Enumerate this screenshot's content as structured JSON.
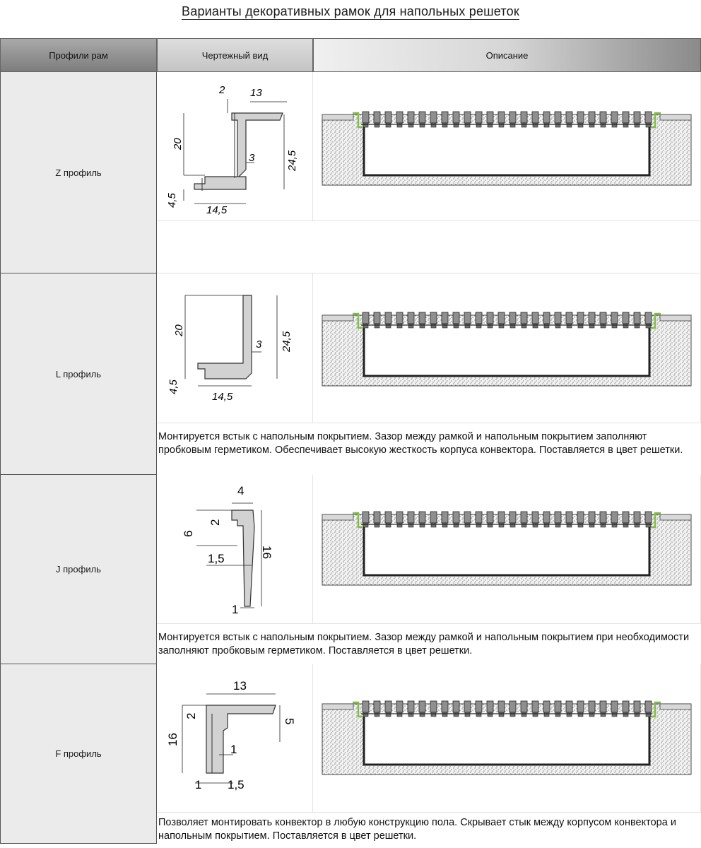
{
  "title": "Варианты декоративных рамок для напольных решеток",
  "headers": {
    "profiles": "Профили рам",
    "drawing": "Чертежный вид",
    "description": "Описание"
  },
  "rows": [
    {
      "label": "Z профиль",
      "description": "",
      "dims": {
        "a": "2",
        "b": "13",
        "c": "20",
        "d": "3",
        "e": "24,5",
        "f": "4,5",
        "g": "14,5"
      }
    },
    {
      "label": "L профиль",
      "description": "Монтируется встык с напольным покрытием. Зазор между рамкой и напольным покрытием заполняют пробковым герметиком. Обеспечивает высокую жесткость корпуса конвектора. Поставляется в цвет решетки.",
      "dims": {
        "a": "20",
        "b": "3",
        "c": "24,5",
        "d": "4,5",
        "e": "14,5"
      }
    },
    {
      "label": "J профиль",
      "description": "Монтируется встык с напольным покрытием. Зазор между рамкой и напольным покрытием при необходимости заполняют пробковым герметиком. Поставляется в цвет решетки.",
      "dims": {
        "a": "4",
        "b": "2",
        "c": "6",
        "d": "16",
        "e": "1,5",
        "f": "1"
      }
    },
    {
      "label": "F профиль",
      "description": "Позволяет монтировать конвектор в любую конструкцию пола. Скрывает стык между корпусом конвектора и напольным покрытием. Поставляется в цвет решетки.",
      "dims": {
        "a": "13",
        "b": "2",
        "c": "5",
        "d": "16",
        "e": "1",
        "f": "1",
        "g": "1,5"
      }
    }
  ],
  "colors": {
    "frame_green": "#7fbf3f",
    "profile_fill": "#cfcfcf",
    "concrete": "#f2f2f2"
  }
}
